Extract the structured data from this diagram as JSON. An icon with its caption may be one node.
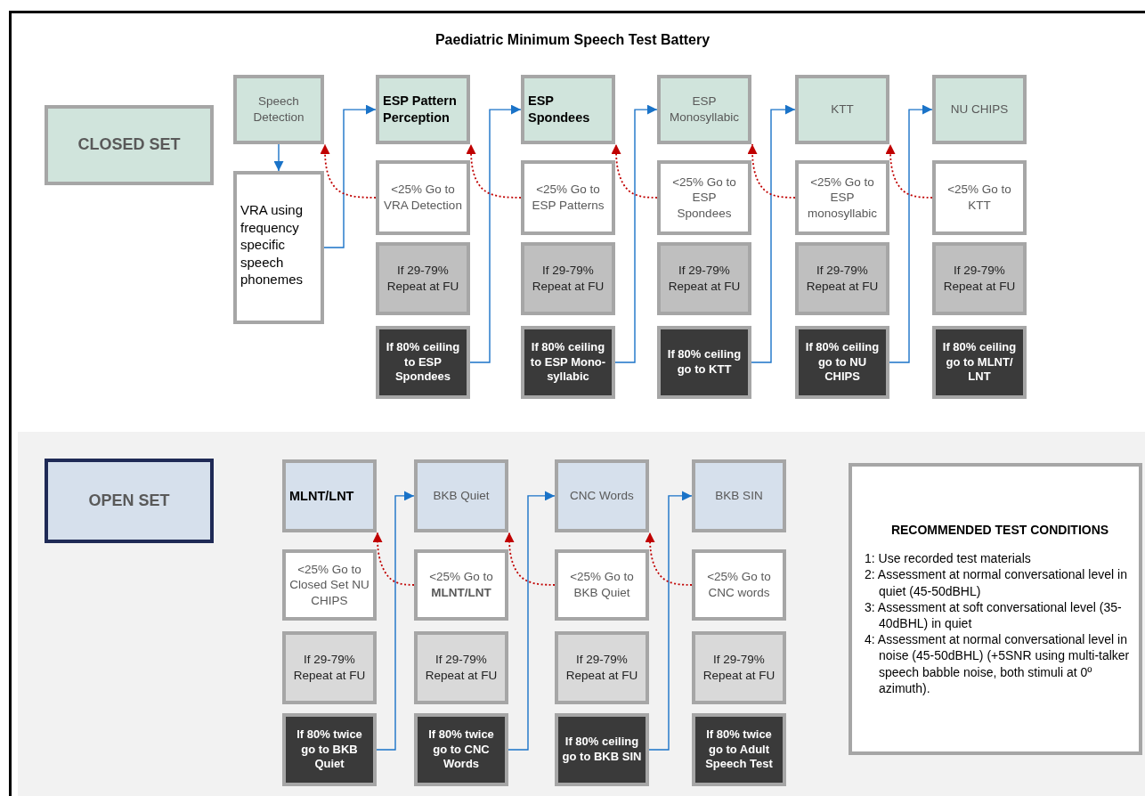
{
  "diagram": {
    "title": "Paediatric Minimum Speech Test Battery",
    "nodes": [
      {
        "text": [
          "CLOSED SET"
        ]
      },
      {
        "text": [
          "Speech Detection"
        ]
      },
      {
        "text": [
          "VRA using frequency specific speech phonemes"
        ]
      },
      {
        "text": [
          "ESP Pattern Perception"
        ]
      },
      {
        "text": [
          "<25% Go to VRA Detection"
        ]
      },
      {
        "text": [
          "If 29-79% Repeat at FU"
        ]
      },
      {
        "text": [
          "If 80% ceiling to ESP Spondees"
        ]
      },
      {
        "text": [
          "ESP Spondees"
        ]
      },
      {
        "text": [
          "<25% Go to ESP Patterns"
        ]
      },
      {
        "text": [
          "If 29-79% Repeat at FU"
        ]
      },
      {
        "text": [
          "If 80% ceiling to ESP Mono- syllabic"
        ]
      },
      {
        "text": [
          "ESP Monosyllabic"
        ]
      },
      {
        "text": [
          "<25% Go to ESP Spondees"
        ]
      },
      {
        "text": [
          "If 29-79% Repeat at FU"
        ]
      },
      {
        "text": [
          "If 80% ceiling go to KTT"
        ]
      },
      {
        "text": [
          "KTT"
        ]
      },
      {
        "text": [
          "<25% Go to ESP monosyllabic"
        ]
      },
      {
        "text": [
          "If 29-79% Repeat at FU"
        ]
      },
      {
        "text": [
          "If 80% ceiling go to NU CHIPS"
        ]
      },
      {
        "text": [
          "NU CHIPS"
        ]
      },
      {
        "text": [
          "<25% Go to KTT"
        ]
      },
      {
        "text": [
          "If 29-79% Repeat at FU"
        ]
      },
      {
        "text": [
          "If 80% ceiling go to MLNT/ LNT"
        ]
      },
      {
        "text": [
          "OPEN SET"
        ]
      },
      {
        "text": [
          "MLNT/LNT"
        ]
      },
      {
        "text": [
          "<25% Go to Closed Set NU CHIPS"
        ]
      },
      {
        "text": [
          "If 29-79% Repeat at FU"
        ]
      },
      {
        "text": [
          "If 80% twice go to BKB Quiet"
        ]
      },
      {
        "text": [
          "BKB Quiet"
        ]
      },
      {
        "text": [
          "<25% Go to **MLNT/LNT**"
        ]
      },
      {
        "text": [
          "If 29-79% Repeat at FU"
        ]
      },
      {
        "text": [
          "If 80% twice go to CNC Words"
        ]
      },
      {
        "text": [
          "CNC Words"
        ]
      },
      {
        "text": [
          "<25% Go to BKB Quiet"
        ]
      },
      {
        "text": [
          "If 29-79% Repeat at FU"
        ]
      },
      {
        "text": [
          "If 80% ceiling go to BKB SIN"
        ]
      },
      {
        "text": [
          "BKB SIN"
        ]
      },
      {
        "text": [
          "<25% Go to CNC words"
        ]
      },
      {
        "text": [
          "If 29-79% Repeat at FU"
        ]
      },
      {
        "text": [
          "If 80% twice go to Adult Speech Test"
        ]
      },
      {
        "text": [
          "RECOMMENDED TEST CONDITIONS",
          "1: Use recorded test materials",
          "2: Assessment at normal conversational level in quiet (45-50dBHL)",
          "3: Assessment at soft conversational level (35-40dBHL) in quiet",
          "4: Assessment at normal conversational level in noise (45-50dBHL) (+5SNR using multi-talker speech babble noise, both stimuli at 0º azimuth)."
        ]
      }
    ],
    "edges": [
      {
        "from": 1,
        "to": 2,
        "arrow": "to"
      },
      {
        "from": 2,
        "to": 3,
        "arrow": "to"
      },
      {
        "from": 6,
        "to": 7,
        "arrow": "to"
      },
      {
        "from": 10,
        "to": 11,
        "arrow": "to"
      },
      {
        "from": 14,
        "to": 15,
        "arrow": "to"
      },
      {
        "from": 18,
        "to": 19,
        "arrow": "to"
      },
      {
        "from": 4,
        "to": 1,
        "arrow": "to",
        "style": "dashed",
        "color": "#c00000"
      },
      {
        "from": 8,
        "to": 3,
        "arrow": "to",
        "style": "dashed",
        "color": "#c00000"
      },
      {
        "from": 12,
        "to": 7,
        "arrow": "to",
        "style": "dashed",
        "color": "#c00000"
      },
      {
        "from": 16,
        "to": 11,
        "arrow": "to",
        "style": "dashed",
        "color": "#c00000"
      },
      {
        "from": 20,
        "to": 15,
        "arrow": "to",
        "style": "dashed",
        "color": "#c00000"
      },
      {
        "from": 27,
        "to": 28,
        "arrow": "to"
      },
      {
        "from": 31,
        "to": 32,
        "arrow": "to"
      },
      {
        "from": 35,
        "to": 36,
        "arrow": "to"
      },
      {
        "from": 29,
        "to": 24,
        "arrow": "to",
        "style": "dashed",
        "color": "#c00000"
      },
      {
        "from": 33,
        "to": 28,
        "arrow": "to",
        "style": "dashed",
        "color": "#c00000"
      },
      {
        "from": 37,
        "to": 32,
        "arrow": "to",
        "style": "dashed",
        "color": "#c00000"
      }
    ]
  }
}
